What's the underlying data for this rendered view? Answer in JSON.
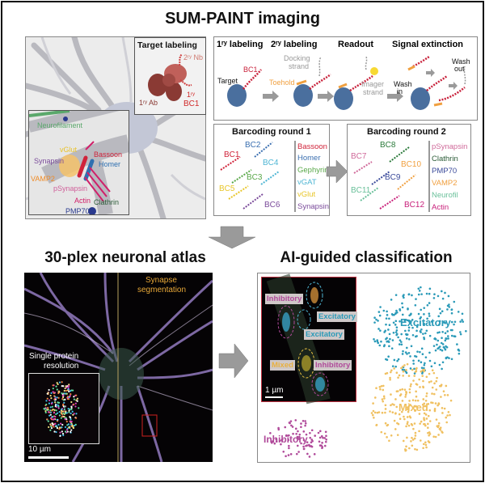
{
  "header": {
    "title": "SUM-PAINT imaging"
  },
  "target_labeling": {
    "title": "Target labeling",
    "secondary_nb": "2ʳʸ Nb",
    "primary_ab": "1ʳʸ Ab",
    "primary_bc": "1ʳʸ",
    "barcode": "BC1"
  },
  "synapse_schematic": {
    "labels": [
      {
        "text": "Neurofilament",
        "color": "#5aa86b"
      },
      {
        "text": "vGlut",
        "color": "#e8c22a"
      },
      {
        "text": "Synapsin",
        "color": "#7a4a9a"
      },
      {
        "text": "Bassoon",
        "color": "#d0233a"
      },
      {
        "text": "Homer",
        "color": "#2e6fb0"
      },
      {
        "text": "VAMP2",
        "color": "#f08a24"
      },
      {
        "text": "pSynapsin",
        "color": "#d0609a"
      },
      {
        "text": "Actin",
        "color": "#d0206a"
      },
      {
        "text": "Clathrin",
        "color": "#2a5a36"
      },
      {
        "text": "PMP70",
        "color": "#2a3a8e"
      }
    ]
  },
  "workflow": {
    "steps": [
      {
        "title": "1ʳʸ labeling"
      },
      {
        "title": "2ʳʸ labeling"
      },
      {
        "title": "Readout"
      },
      {
        "title": "Signal extinction"
      }
    ],
    "annotations": {
      "target": "Target",
      "bc1": "BC1",
      "docking": "Docking",
      "strand": "strand",
      "toehold": "Toehold",
      "imager": "Imager",
      "imager_strand": "strand",
      "wash_in_1": "Wash",
      "wash_in_2": "in",
      "wash_out_1": "Wash",
      "wash_out_2": "out"
    }
  },
  "barcoding": [
    {
      "title": "Barcoding round 1",
      "barcodes": [
        {
          "text": "BC1",
          "color": "#d0233a"
        },
        {
          "text": "BC2",
          "color": "#3a6fb0"
        },
        {
          "text": "BC4",
          "color": "#4fb6d4"
        },
        {
          "text": "BC3",
          "color": "#5aa84a"
        },
        {
          "text": "BC5",
          "color": "#e8c62a"
        },
        {
          "text": "BC6",
          "color": "#7a4a9a"
        }
      ],
      "targets": [
        {
          "text": "Bassoon",
          "color": "#d0233a"
        },
        {
          "text": "Homer",
          "color": "#3a6fb0"
        },
        {
          "text": "Gephyrin",
          "color": "#5aa84a"
        },
        {
          "text": "vGAT",
          "color": "#4fb6d4"
        },
        {
          "text": "vGlut",
          "color": "#e8c62a"
        },
        {
          "text": "Synapsin",
          "color": "#7a4a9a"
        }
      ]
    },
    {
      "title": "Barcoding round 2",
      "barcodes": [
        {
          "text": "BC8",
          "color": "#2a7a3a"
        },
        {
          "text": "BC7",
          "color": "#d06a9a"
        },
        {
          "text": "BC10",
          "color": "#f0a040"
        },
        {
          "text": "BC9",
          "color": "#3a4a9a"
        },
        {
          "text": "BC11",
          "color": "#6ac09a"
        },
        {
          "text": "BC12",
          "color": "#c8207a"
        }
      ],
      "targets": [
        {
          "text": "pSynapsin",
          "color": "#d06a9a"
        },
        {
          "text": "Clathrin",
          "color": "#2a5a36"
        },
        {
          "text": "PMP70",
          "color": "#3a4a9a"
        },
        {
          "text": "VAMP2",
          "color": "#f0a040"
        },
        {
          "text": "Neurofil",
          "color": "#6ac09a"
        },
        {
          "text": "Actin",
          "color": "#c8207a"
        }
      ]
    }
  ],
  "atlas": {
    "title": "30-plex neuronal atlas",
    "segmentation_label_1": "Synapse",
    "segmentation_label_2": "segmentation",
    "inset_label_1": "Single protein",
    "inset_label_2": "resolution",
    "scale_bar": "10 µm"
  },
  "classification": {
    "title": "AI-guided classification",
    "inset_scale_bar": "1 µm",
    "inset_tags": [
      {
        "text": "Inhibitory",
        "color": "#b04a9a"
      },
      {
        "text": "Excitatory",
        "color": "#2a9ab8"
      },
      {
        "text": "Excitatory",
        "color": "#2a9ab8"
      },
      {
        "text": "Mixed",
        "color": "#e8b040"
      },
      {
        "text": "Inhibitory",
        "color": "#b04a9a"
      }
    ],
    "clusters": [
      {
        "label": "Excitatory",
        "color": "#2a9ab8"
      },
      {
        "label": "Mixed",
        "color": "#f0c060"
      },
      {
        "label": "Inhibitory",
        "color": "#b04a9a"
      }
    ]
  }
}
